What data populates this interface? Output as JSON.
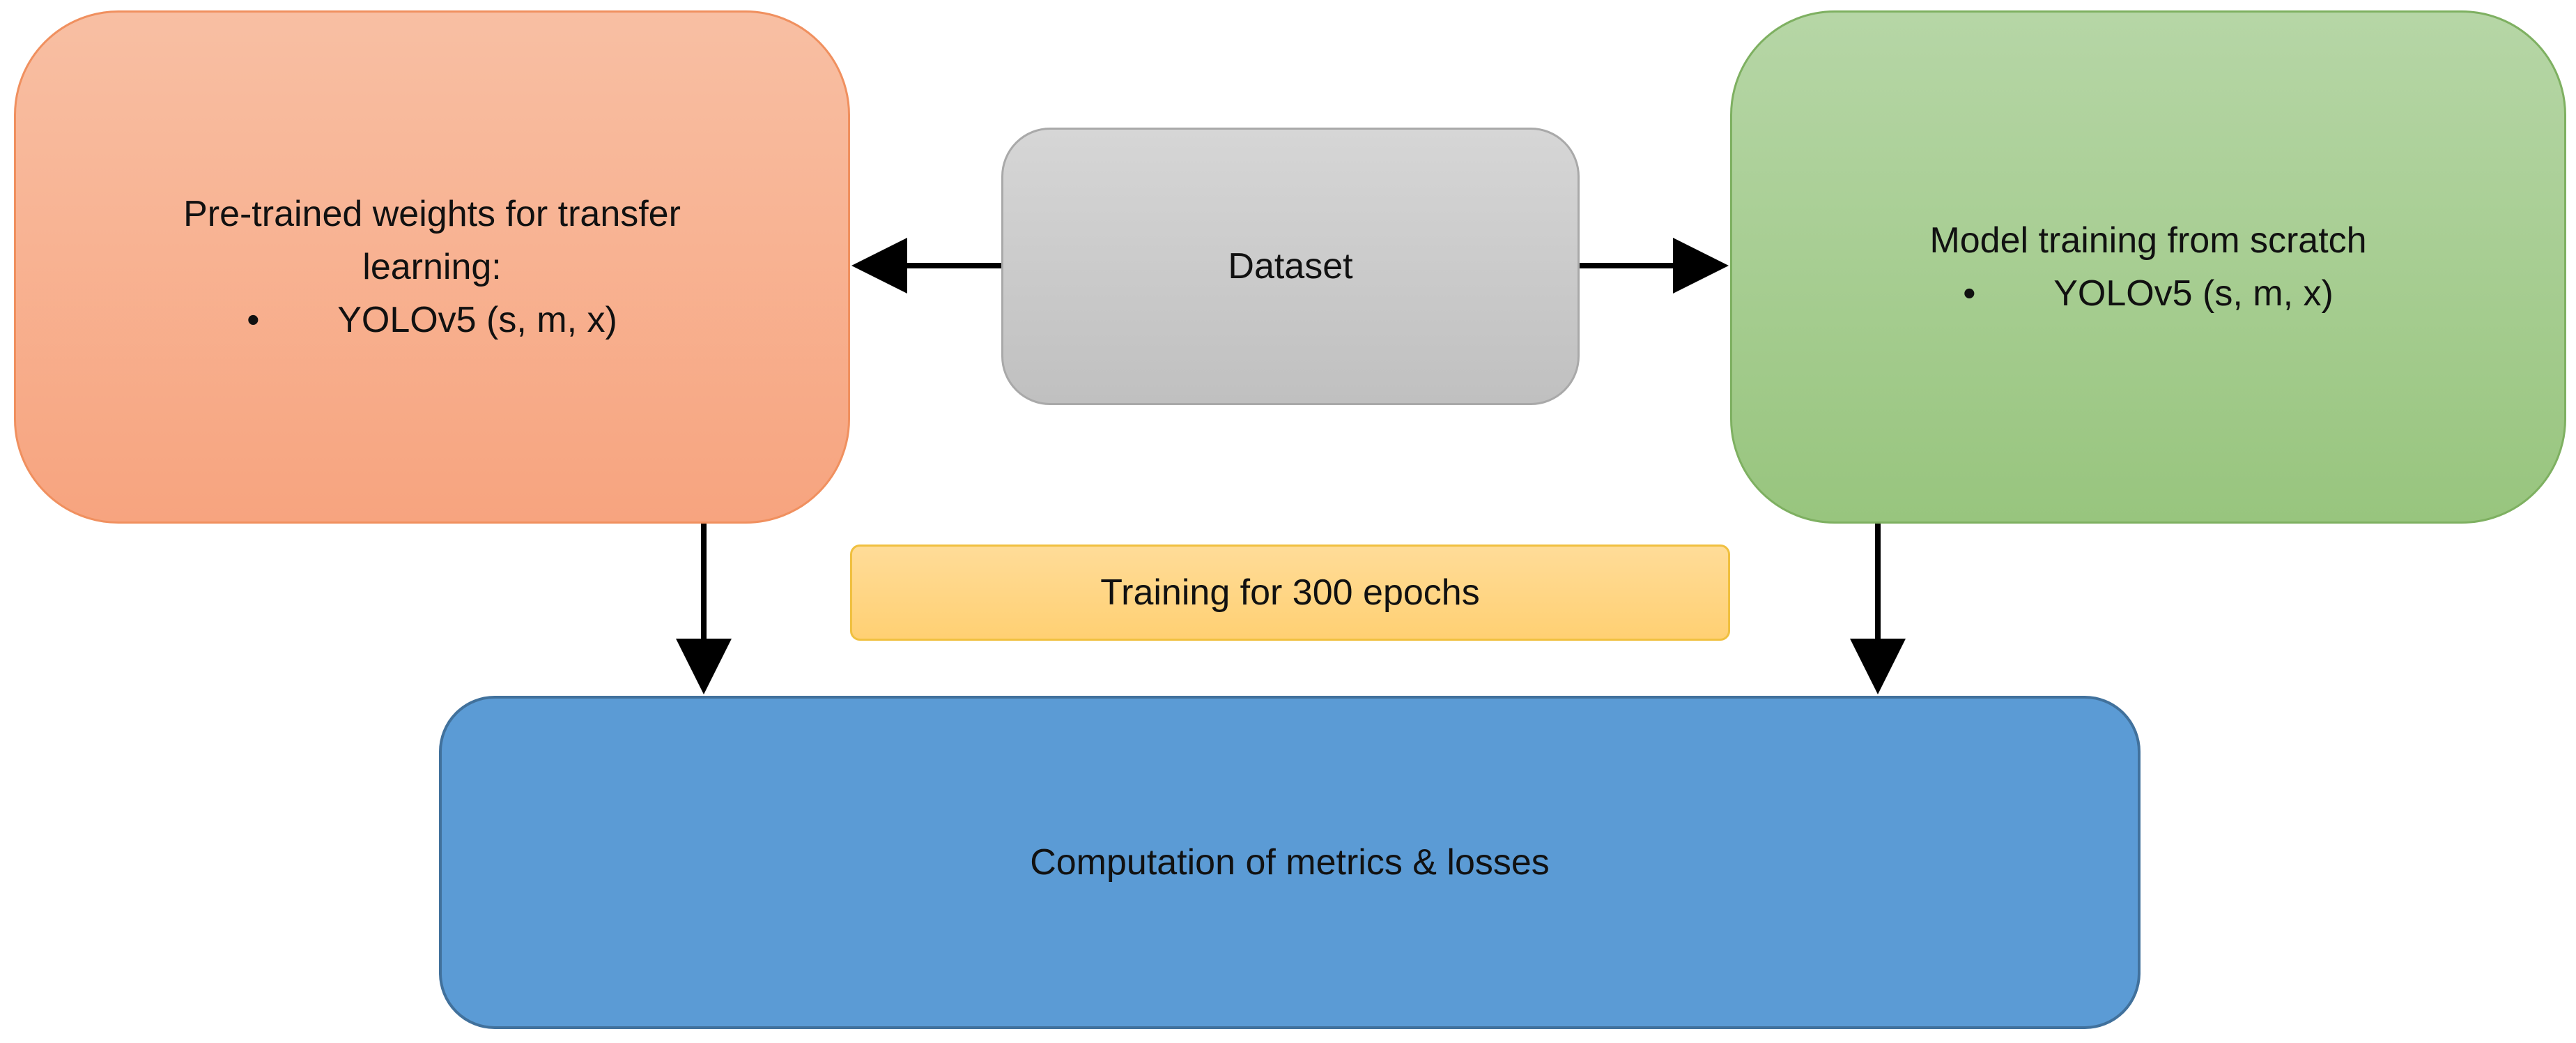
{
  "nodes": {
    "pretrained": {
      "title": "Pre-trained weights for transfer learning:",
      "bullet_marker": "•",
      "bullet": "YOLOv5 (s, m, x)"
    },
    "dataset": {
      "label": "Dataset"
    },
    "scratch": {
      "title": "Model training from scratch",
      "bullet_marker": "•",
      "bullet": "YOLOv5 (s, m, x)"
    },
    "training": {
      "label": "Training for 300 epochs"
    },
    "metrics": {
      "label": "Computation of metrics & losses"
    }
  },
  "edges": [
    {
      "from": "dataset",
      "to": "pretrained"
    },
    {
      "from": "dataset",
      "to": "scratch"
    },
    {
      "from": "pretrained",
      "to": "metrics"
    },
    {
      "from": "scratch",
      "to": "metrics"
    }
  ],
  "colors": {
    "pretrained": "#f7a47f",
    "dataset": "#c8c8c8",
    "scratch": "#a5cd8f",
    "training": "#ffd580",
    "metrics": "#5b9bd5",
    "arrow": "#000000"
  }
}
